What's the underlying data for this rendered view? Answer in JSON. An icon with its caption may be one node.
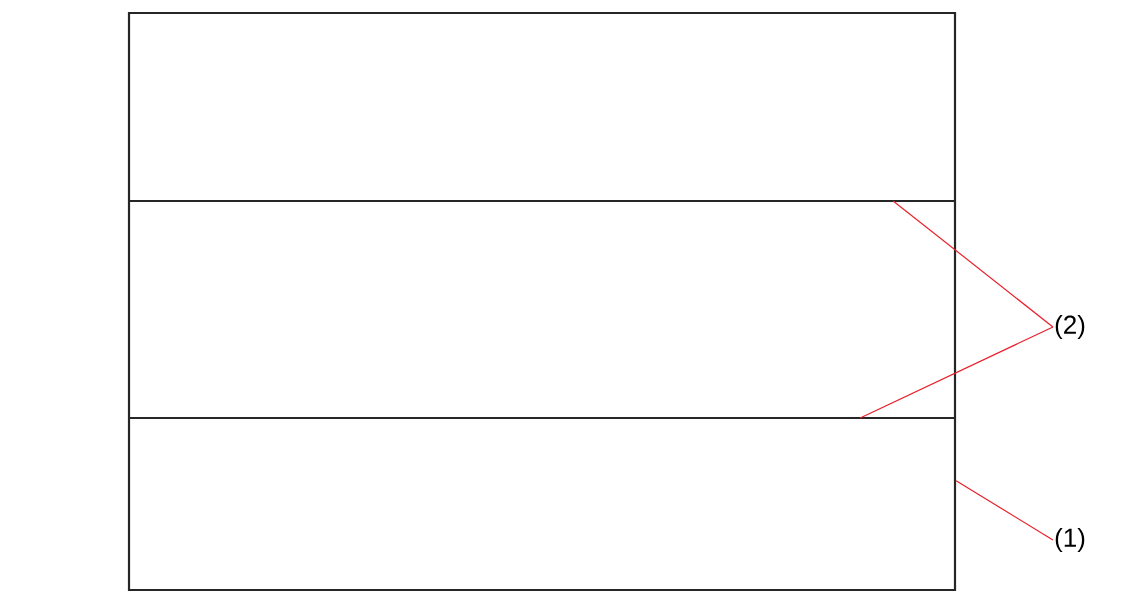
{
  "diagram": {
    "nodes": [
      {
        "text": [],
        "shape": "box"
      },
      {
        "text": [],
        "shape": "line",
        "in": 0
      },
      {
        "text": [],
        "shape": "line",
        "in": 0
      },
      {
        "text": [
          "(2)"
        ]
      },
      {
        "text": [
          "(1)"
        ]
      }
    ],
    "edges": [
      {
        "from": 3,
        "to": 1,
        "arrow": "none"
      },
      {
        "from": 3,
        "to": 2,
        "arrow": "none"
      },
      {
        "from": 4,
        "to": 0,
        "arrow": "none"
      }
    ]
  }
}
